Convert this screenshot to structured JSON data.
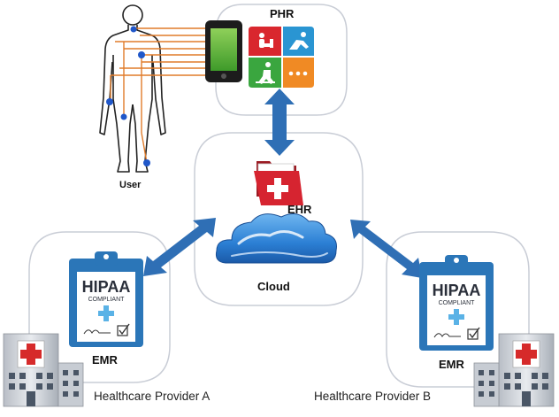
{
  "labels": {
    "phr": "PHR",
    "user": "User",
    "ehr": "EHR",
    "cloud": "Cloud",
    "emr_left": "EMR",
    "emr_right": "EMR",
    "provider_a": "Healthcare Provider A",
    "provider_b": "Healthcare Provider B"
  },
  "badge": {
    "title": "HIPAA",
    "subtitle": "COMPLIANT"
  },
  "colors": {
    "arrow": "#2f6fb5",
    "bubble_stroke": "#c9cdd6",
    "tile_red": "#d9272e",
    "tile_blue": "#2a95d2",
    "tile_green": "#3aa63f",
    "tile_orange": "#f08a24",
    "body_lines": "#e07b2a",
    "sensor": "#2057c9",
    "folder_red": "#d62430",
    "clipboard_blue": "#2b76b8",
    "hospital_red": "#d62a2a"
  },
  "icons": {
    "user": "human-body-icon",
    "phone": "smartphone-icon",
    "phr_apps": "health-apps-grid-icon",
    "ehr": "medical-folder-icon",
    "cloud": "cloud-icon",
    "emr": "hipaa-clipboard-icon",
    "hospital": "hospital-building-icon"
  }
}
